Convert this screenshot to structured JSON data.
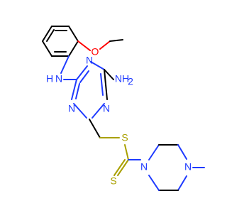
{
  "structure": {
    "atom_labels": {
      "o_methoxy": "O",
      "nh_linker": "N",
      "h_linker": "H",
      "n_ring_top": "N",
      "nh2": "NH",
      "nh2_subscript": "2",
      "n_ring_left": "N",
      "n_ring_right": "N",
      "s_thioether": "S",
      "s_thione": "S",
      "n_piperazine_left": "N",
      "n_piperazine_right": "N"
    },
    "colors": {
      "carbon": "#000000",
      "nitrogen": "#1f3bff",
      "oxygen": "#ff0000",
      "sulfur": "#a9a000"
    }
  }
}
